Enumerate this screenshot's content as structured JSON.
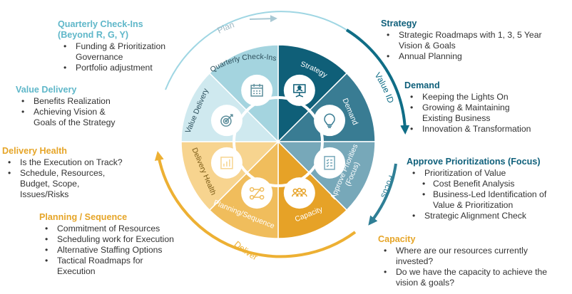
{
  "colors": {
    "strategy": "#0f5f78",
    "demand": "#397c93",
    "approve": "#77a8b9",
    "capacity": "#e6a227",
    "planning": "#f0bd5c",
    "delivery": "#f7d48f",
    "value": "#cfe9ef",
    "quarterly": "#a4d4df",
    "planArrow": "#9fd6e3",
    "tealArrow": "#0f6d86",
    "deliverArrow": "#edb033"
  },
  "wheel": {
    "segments": [
      {
        "id": "strategy",
        "label": "Strategy",
        "icon": "presentation-icon"
      },
      {
        "id": "demand",
        "label": "Demand",
        "icon": "lightbulb-icon"
      },
      {
        "id": "approve",
        "label": "Approve Priorities (Focus)",
        "label_line1": "Approve Priorities",
        "label_line2": "(Focus)",
        "icon": "checklist-icon"
      },
      {
        "id": "capacity",
        "label": "Capacity",
        "icon": "people-icon"
      },
      {
        "id": "planning",
        "label": "Planning/Sequence",
        "icon": "workflow-icon"
      },
      {
        "id": "delivery",
        "label": "Delivery Health",
        "icon": "bar-chart-icon"
      },
      {
        "id": "value",
        "label": "Value Delivery",
        "icon": "target-icon"
      },
      {
        "id": "quarterly",
        "label": "Quarterly Check-Ins",
        "icon": "calendar-icon"
      }
    ],
    "arcs": {
      "plan": "Plan",
      "value_id": "Value ID",
      "focus": "Focus",
      "deliver": "Deliver"
    }
  },
  "blocks": {
    "quarterly": {
      "title_line1": "Quarterly Check-Ins",
      "title_line2": "(Beyond R, G, Y)",
      "items": [
        "Funding & Prioritization Governance",
        "Portfolio adjustment"
      ]
    },
    "value": {
      "title": "Value Delivery",
      "items": [
        "Benefits Realization",
        "Achieving Vision & Goals of the Strategy"
      ]
    },
    "delivery": {
      "title": "Delivery Health",
      "items": [
        "Is the Execution on Track?",
        "Schedule, Resources, Budget, Scope, Issues/Risks"
      ]
    },
    "planning": {
      "title": "Planning / Sequence",
      "items": [
        "Commitment of Resources",
        "Scheduling work for Execution",
        "Alternative Staffing Options",
        "Tactical Roadmaps for Execution"
      ]
    },
    "strategy": {
      "title": "Strategy",
      "items": [
        "Strategic Roadmaps with 1, 3, 5 Year Vision & Goals",
        "Annual Planning"
      ]
    },
    "demand": {
      "title": "Demand",
      "items": [
        "Keeping the Lights On",
        "Growing & Maintaining Existing Business",
        "Innovation & Transformation"
      ]
    },
    "approve": {
      "title": "Approve Prioritizations (Focus)",
      "items": [
        "Prioritization of Value",
        "Cost Benefit Analysis",
        "Business-Led Identification of Value & Prioritization",
        "Strategic Alignment Check"
      ]
    },
    "capacity": {
      "title": "Capacity",
      "items": [
        "Where are our resources currently invested?",
        "Do we have the capacity to achieve the vision & goals?"
      ]
    }
  }
}
